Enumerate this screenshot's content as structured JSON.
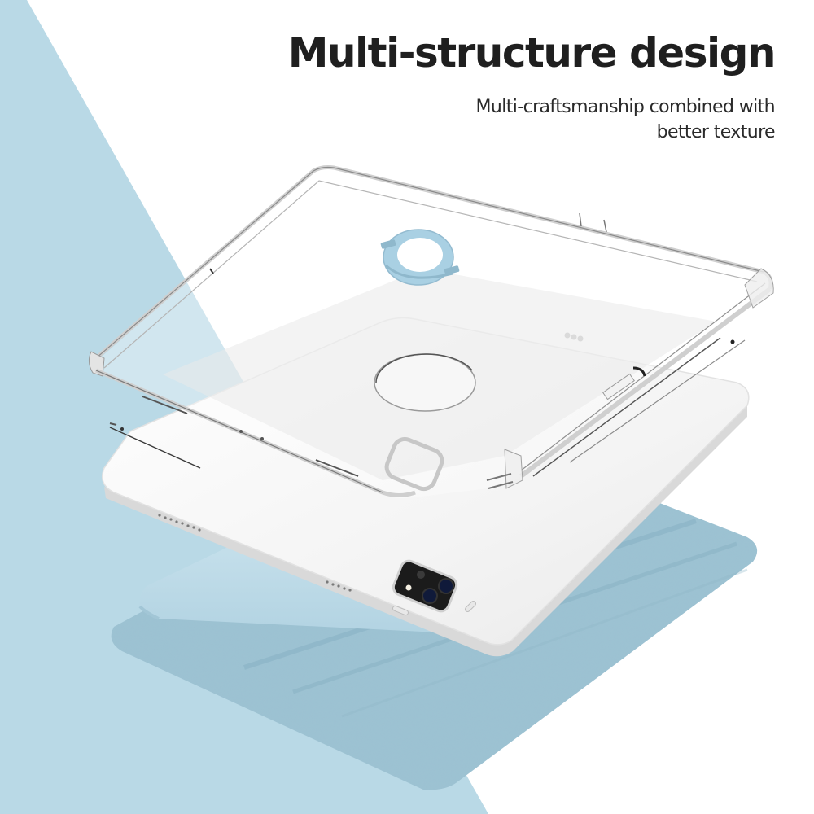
{
  "header": {
    "title": "Multi-structure design",
    "subtitle_line1": "Multi-craftsmanship combined with",
    "subtitle_line2": "better texture"
  },
  "colors": {
    "background_blue": "#b9d9e6",
    "background_white": "#ffffff",
    "folio_blue": "#9cc3d4",
    "folio_inner": "#b6d7e5",
    "ring_blue": "#a9d0e3",
    "tablet_white": "#f6f6f6",
    "text_dark": "#1f1f1f"
  },
  "product": {
    "components": [
      "clear-case",
      "magnetic-ring",
      "tablet",
      "folio-cover"
    ]
  }
}
